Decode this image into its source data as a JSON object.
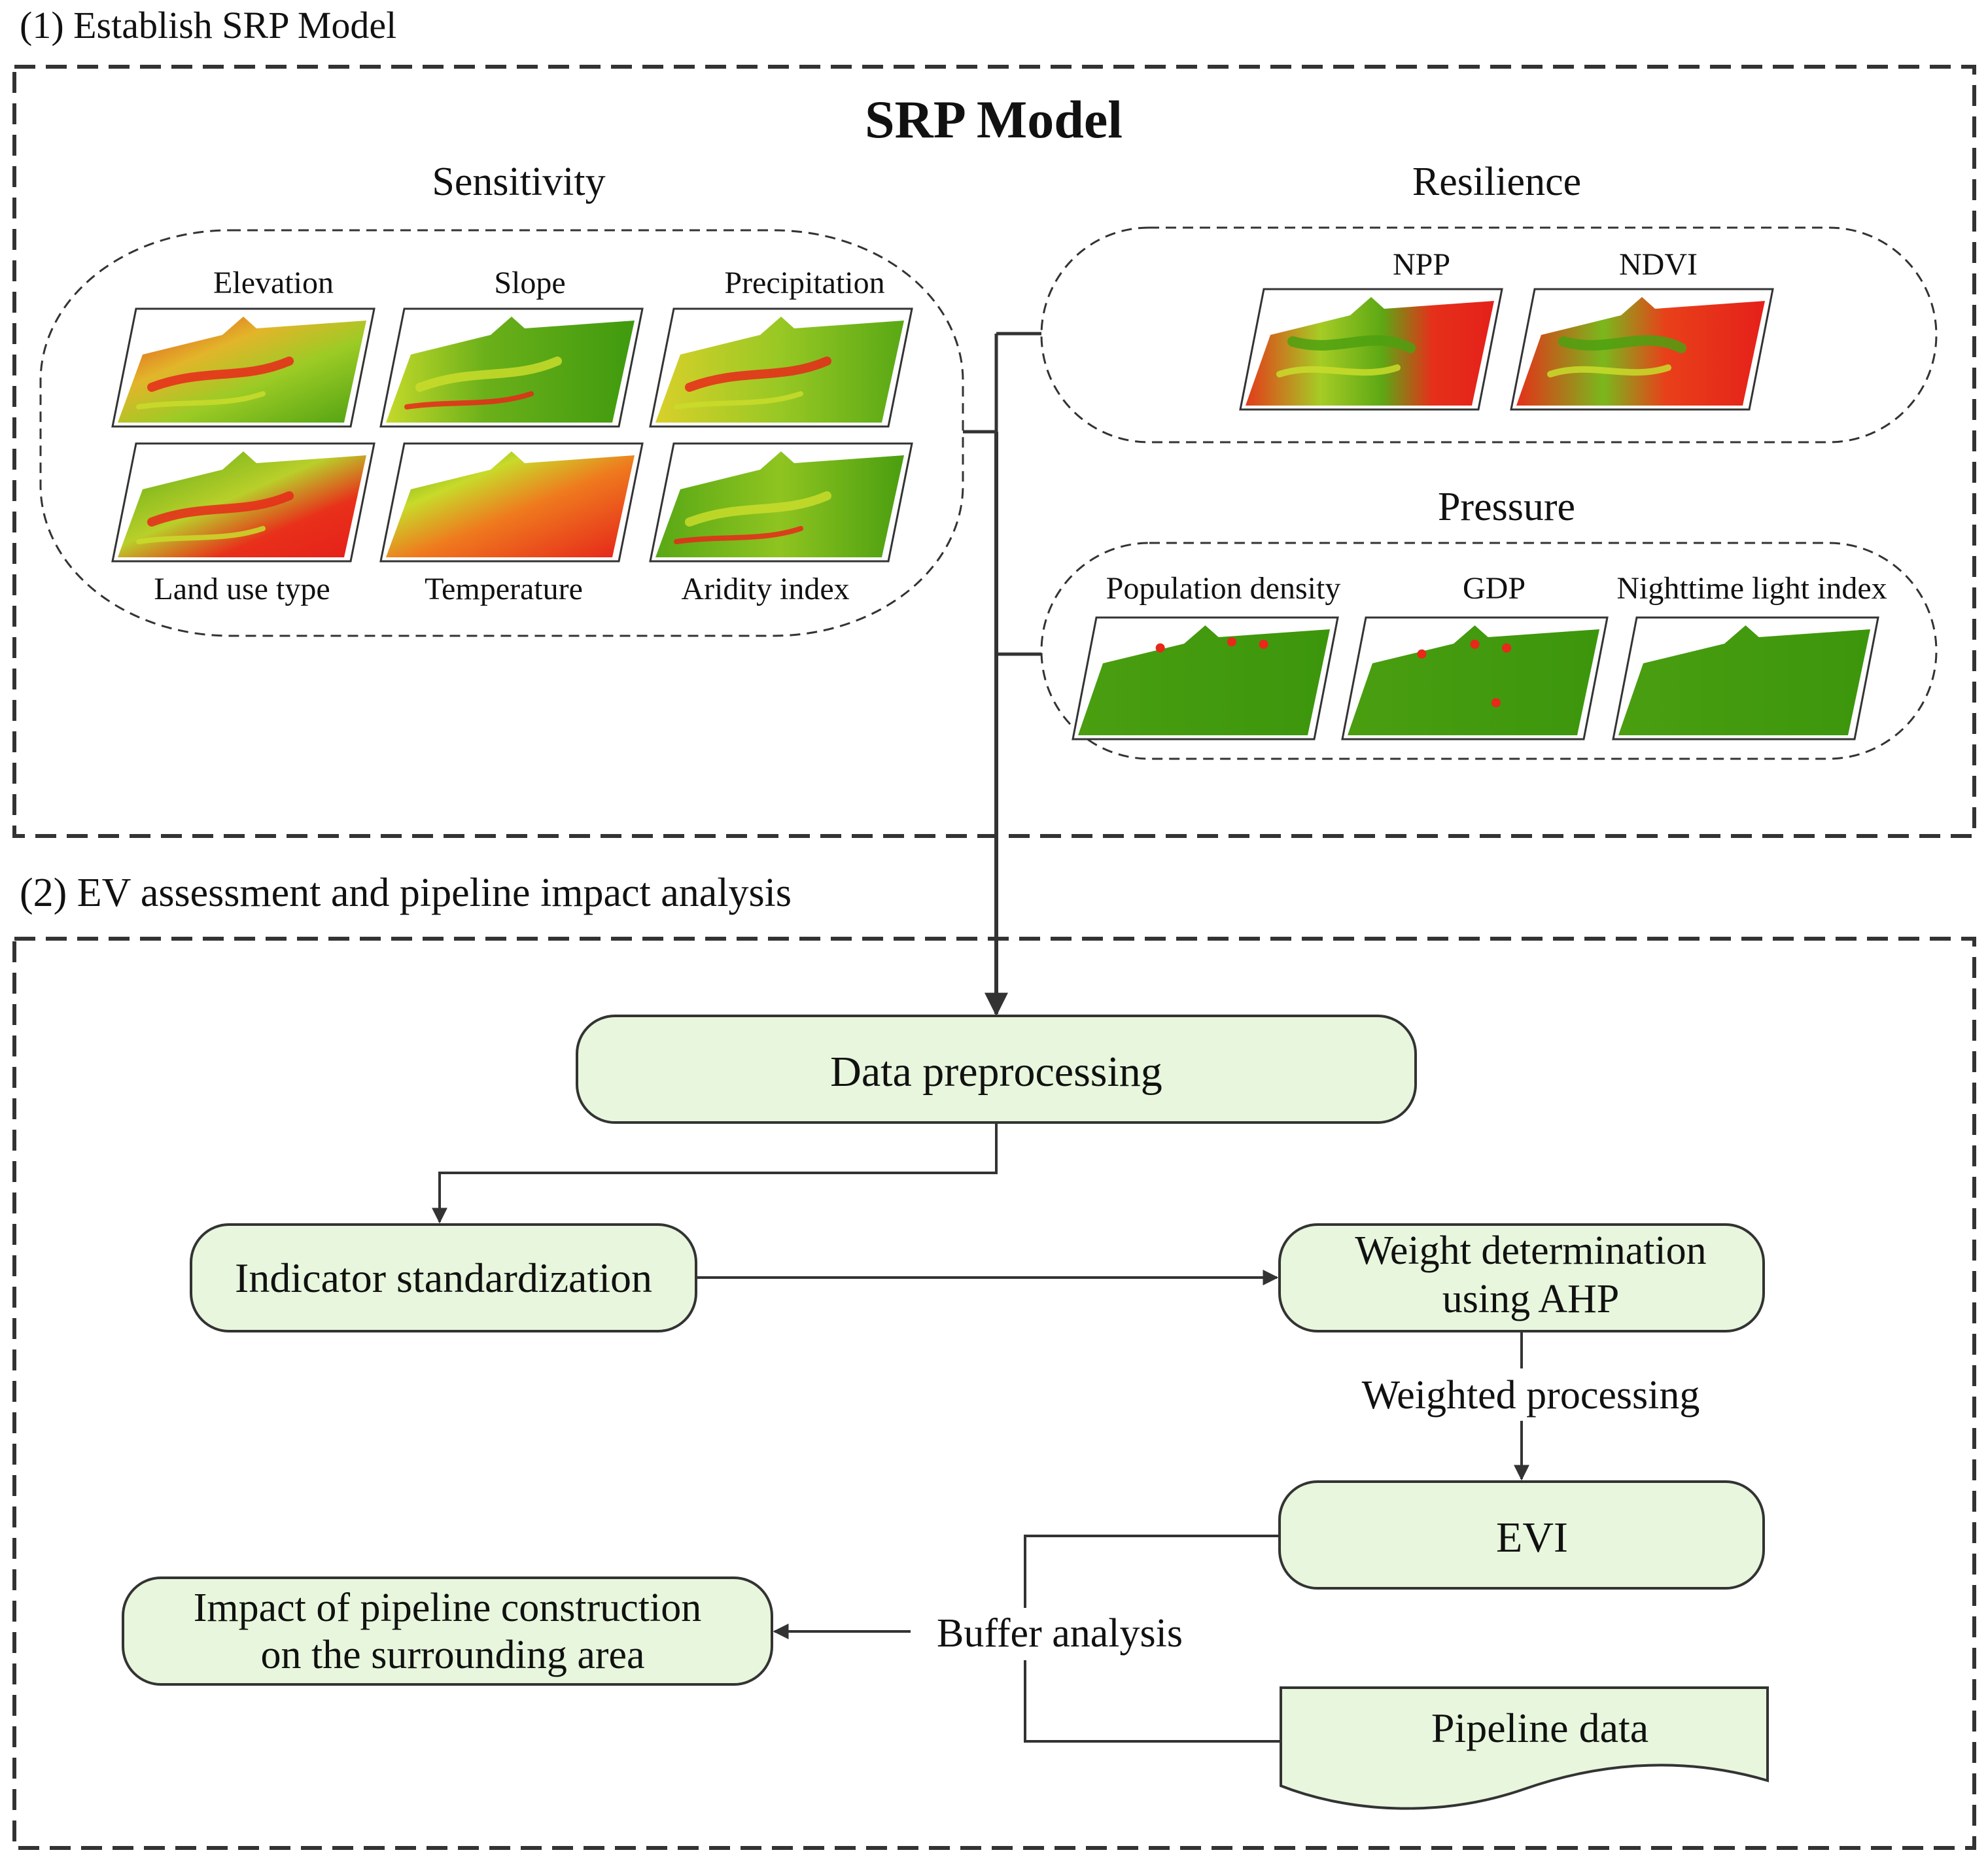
{
  "section1": {
    "heading": "(1) Establish SRP Model",
    "model_title": "SRP Model",
    "sensitivity": {
      "title": "Sensitivity",
      "maps": [
        "Elevation",
        "Slope",
        "Precipitation",
        "Land use type",
        "Temperature",
        "Aridity index"
      ]
    },
    "resilience": {
      "title": "Resilience",
      "maps": [
        "NPP",
        "NDVI"
      ]
    },
    "pressure": {
      "title": "Pressure",
      "maps": [
        "Population density",
        "GDP",
        "Nighttime light index"
      ]
    }
  },
  "section2": {
    "heading": "(2) EV assessment and pipeline impact analysis",
    "nodes": {
      "preprocessing": "Data preprocessing",
      "standardization": "Indicator standardization",
      "weight_line1": "Weight determination",
      "weight_line2": "using AHP",
      "evi": "EVI",
      "pipeline": "Pipeline data",
      "impact_line1": "Impact of pipeline construction",
      "impact_line2": "on the surrounding area"
    },
    "edge_labels": {
      "weighted": "Weighted processing",
      "buffer": "Buffer analysis"
    }
  },
  "colors": {
    "node_fill": "#e7f6dc",
    "line": "#333333",
    "map_red": "#e8281a",
    "map_green": "#4ea010",
    "map_yellow": "#c9dc2c"
  }
}
